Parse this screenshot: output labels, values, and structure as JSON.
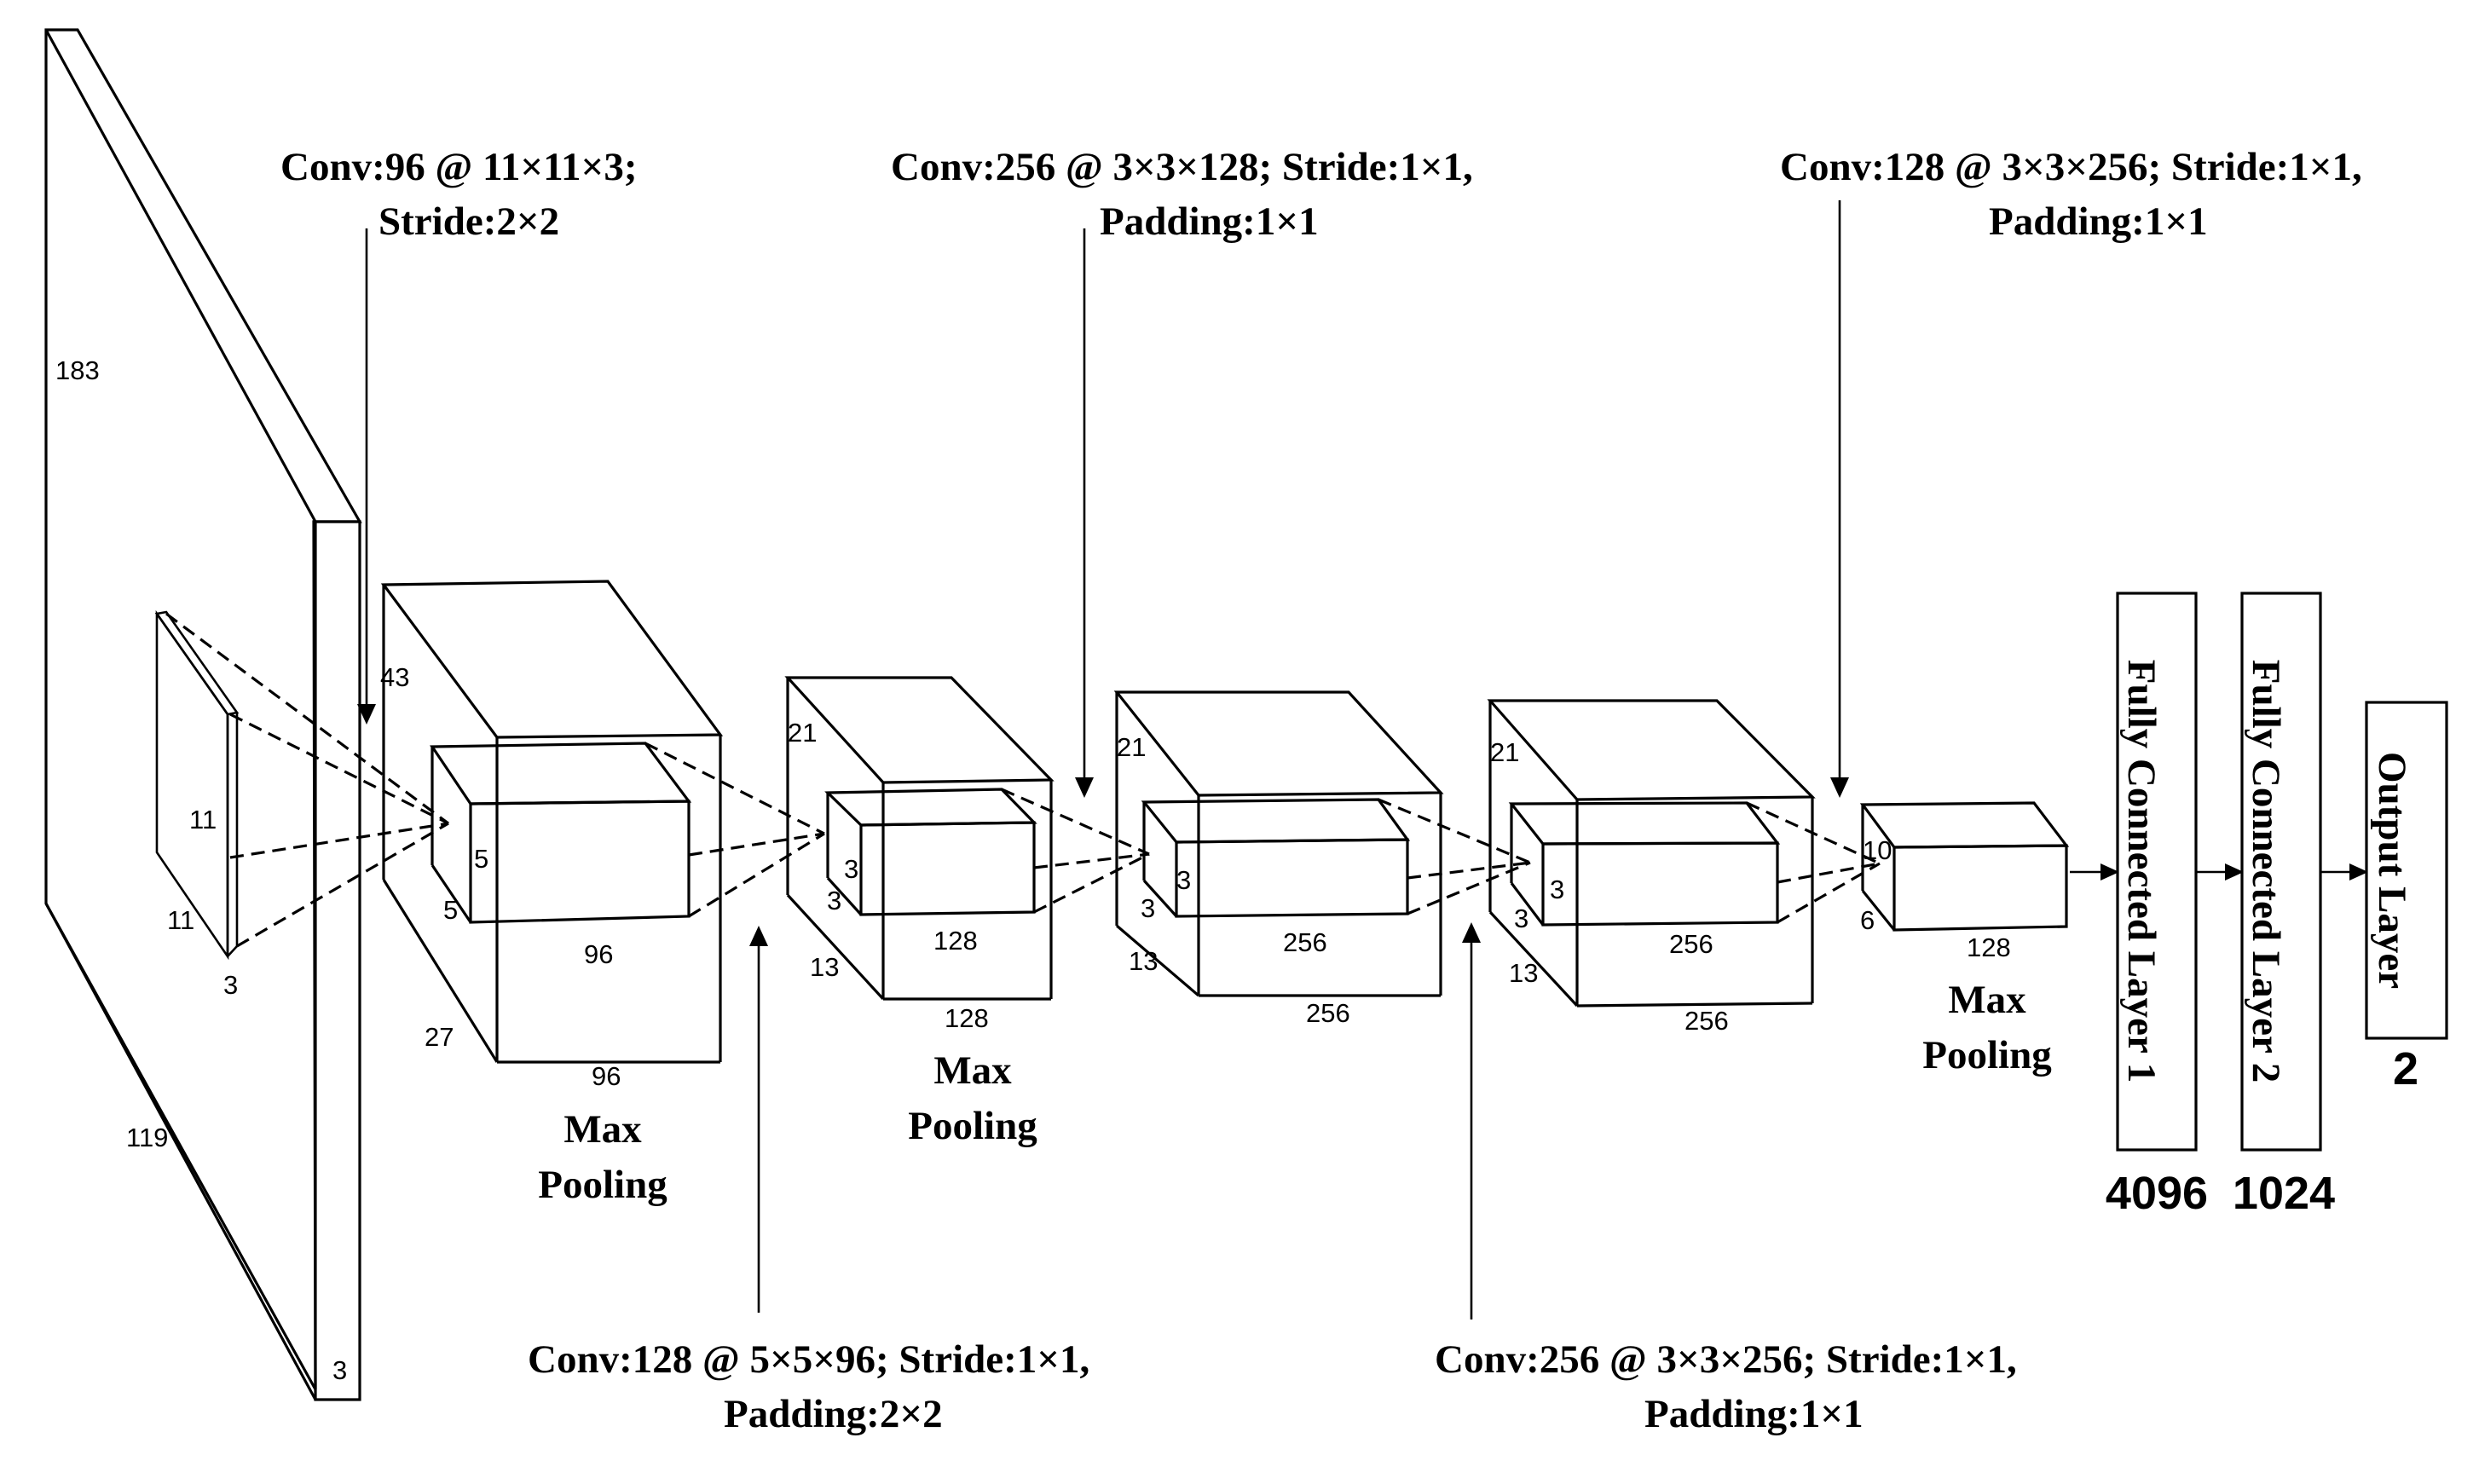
{
  "conv_labels": {
    "conv1": [
      "Conv:96 @ 11×11×3;",
      "Stride:2×2"
    ],
    "conv2": [
      "Conv:128 @ 5×5×96; Stride:1×1,",
      "Padding:2×2"
    ],
    "conv3": [
      "Conv:256 @ 3×3×128; Stride:1×1,",
      "Padding:1×1"
    ],
    "conv4": [
      "Conv:256 @ 3×3×256; Stride:1×1,",
      "Padding:1×1"
    ],
    "conv5": [
      "Conv:128 @ 3×3×256; Stride:1×1,",
      "Padding:1×1"
    ]
  },
  "pool_labels": {
    "pool1": [
      "Max",
      "Pooling"
    ],
    "pool2": [
      "Max",
      "Pooling"
    ],
    "pool3": [
      "Max",
      "Pooling"
    ]
  },
  "dims": {
    "input": [
      "183",
      "119",
      "3"
    ],
    "input_kernel": [
      "11",
      "11",
      "3"
    ],
    "block1": [
      "43",
      "27",
      "96"
    ],
    "block1_kernel": [
      "5",
      "5",
      "96"
    ],
    "block2": [
      "21",
      "13",
      "128"
    ],
    "block2_kernel": [
      "3",
      "3",
      "128"
    ],
    "block3": [
      "21",
      "13",
      "256"
    ],
    "block3_kernel": [
      "3",
      "3",
      "256"
    ],
    "block4": [
      "21",
      "13",
      "256"
    ],
    "block4_kernel": [
      "3",
      "3",
      "256"
    ],
    "block5": [
      "10",
      "6",
      "128"
    ]
  },
  "fc_layers": [
    {
      "label": "Fully Connected Layer 1",
      "units": "4096"
    },
    {
      "label": "Fully Connected Layer 2",
      "units": "1024"
    },
    {
      "label": "Output Layer",
      "units": "2"
    }
  ]
}
